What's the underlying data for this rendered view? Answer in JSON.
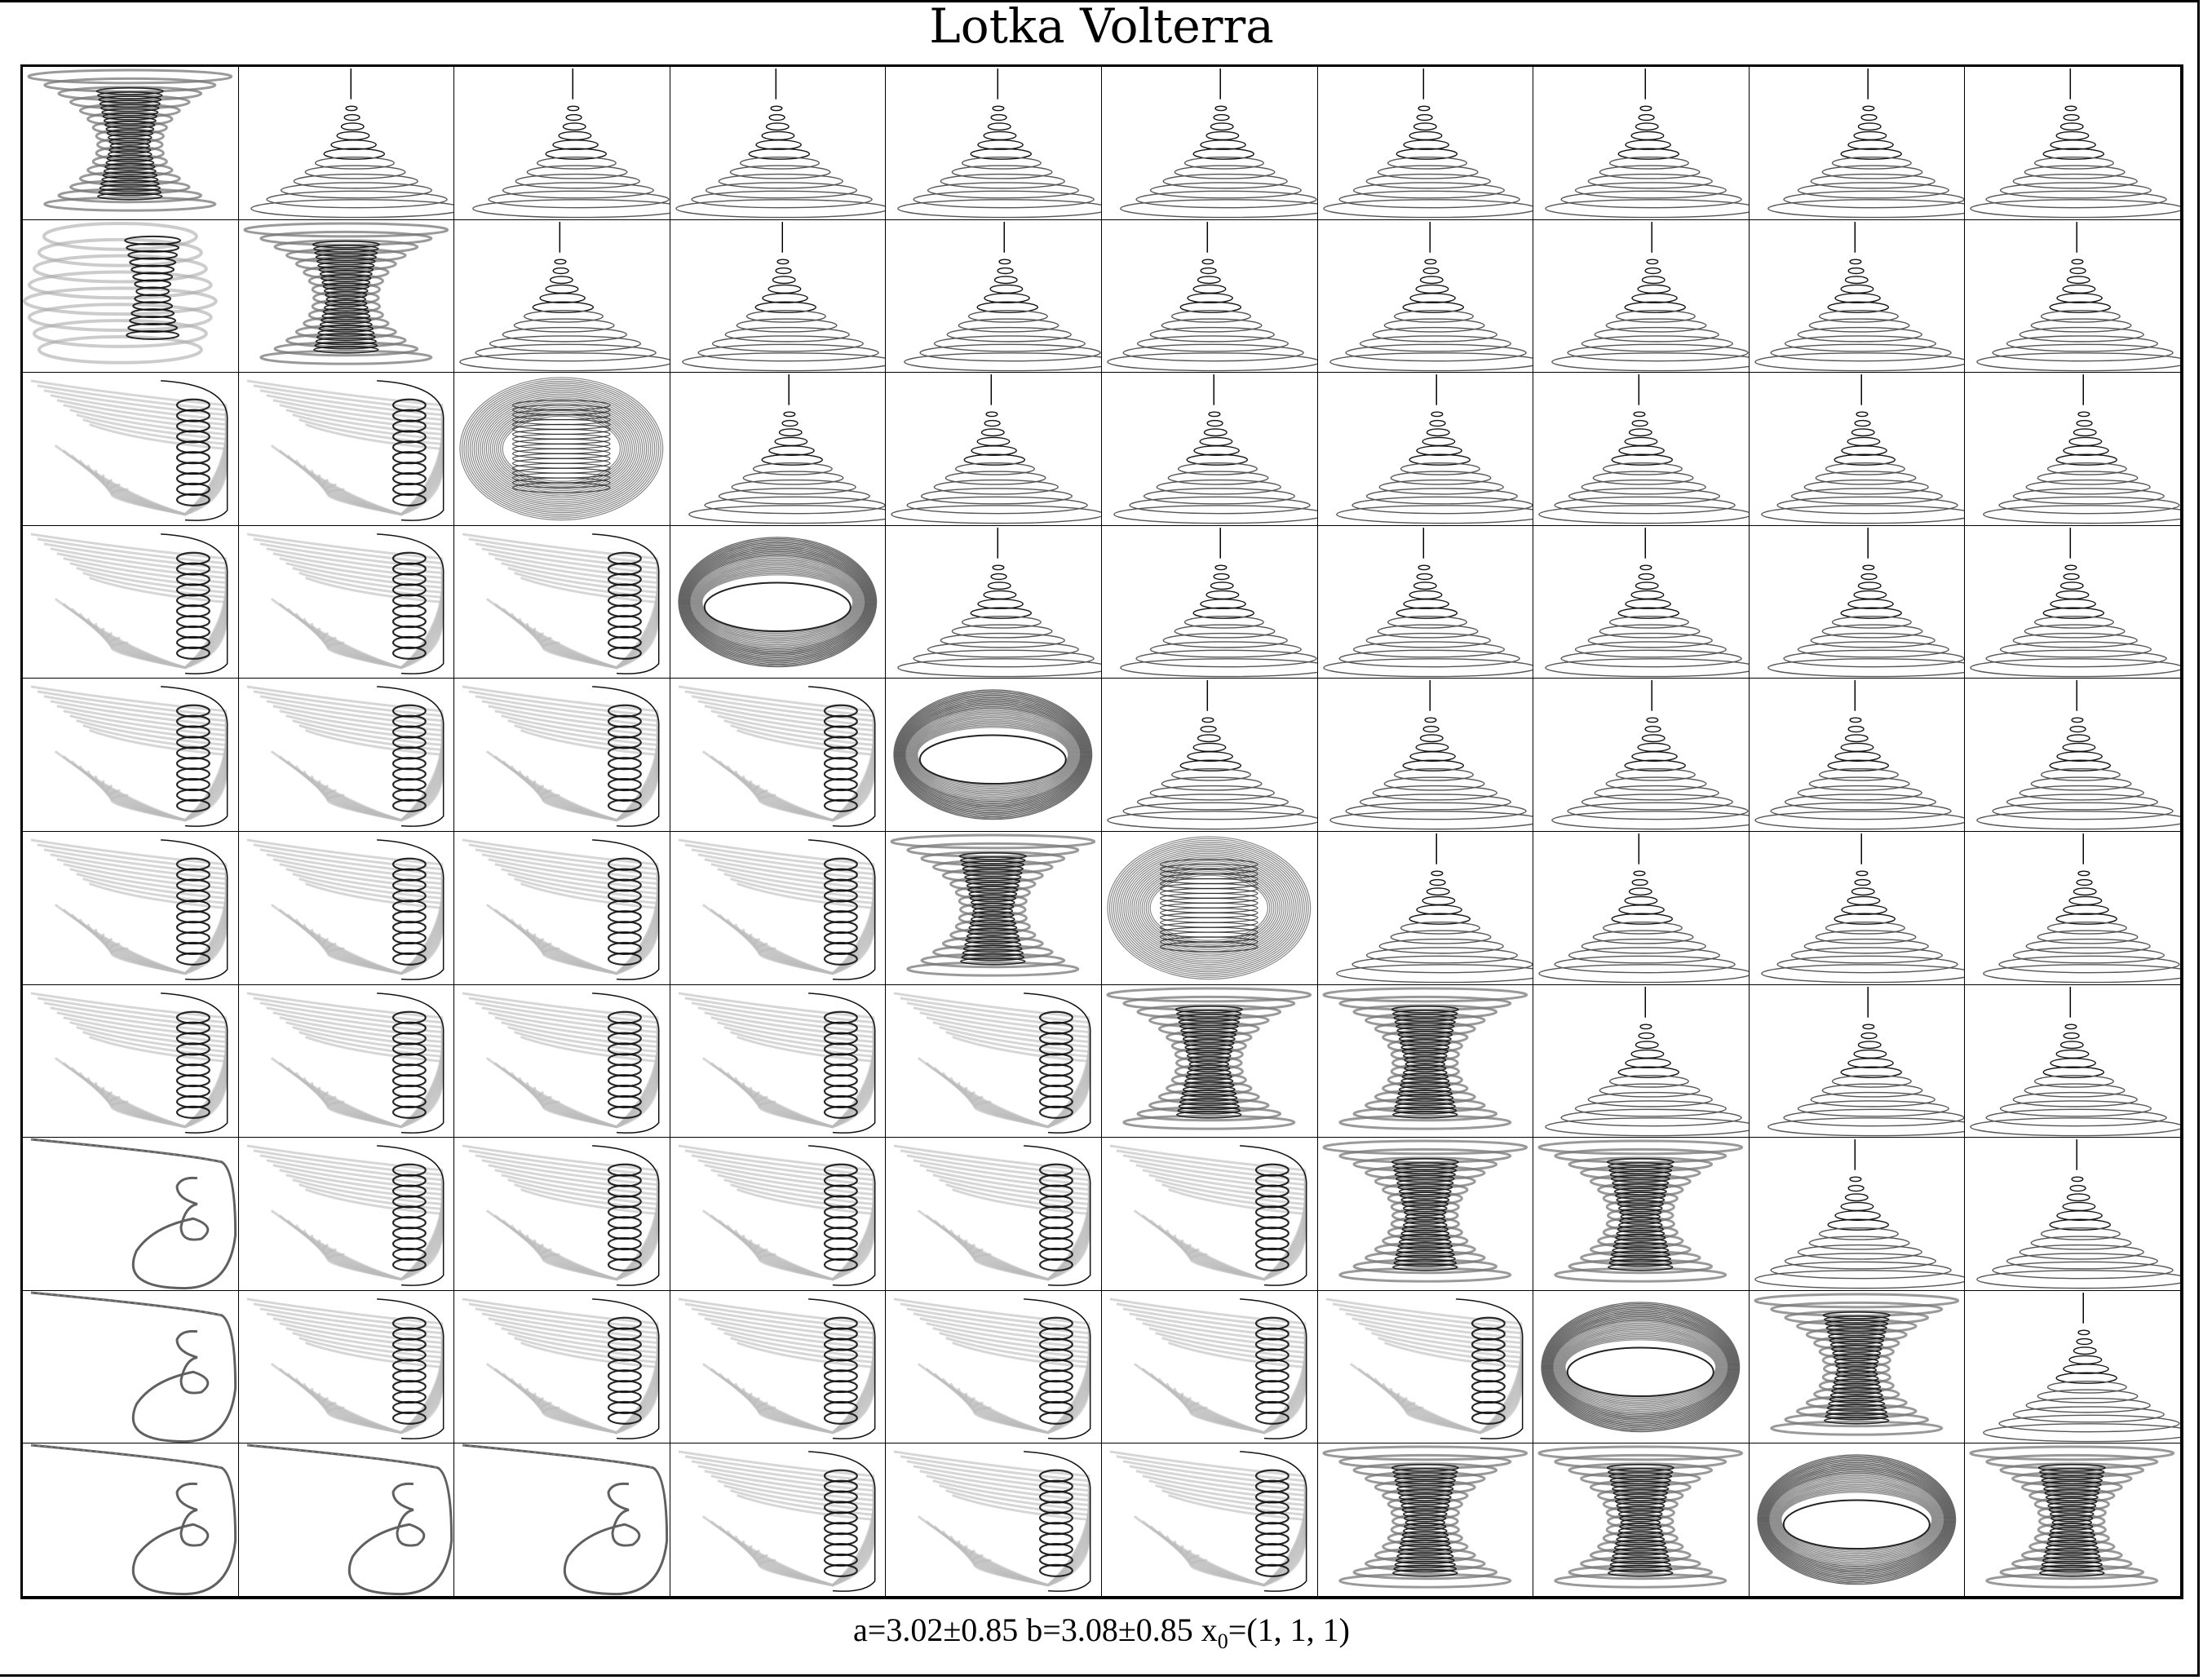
{
  "title": "Lotka Volterra",
  "caption": {
    "text": "a=3.02±0.85 b=3.08±0.85 x",
    "subscript": "0",
    "suffix": "=(1, 1, 1)"
  },
  "chart_data": {
    "type": "grid-of-3d-trajectories",
    "title": "Lotka Volterra",
    "xlabel": "a=3.02±0.85 b=3.08±0.85 x0=(1, 1, 1)",
    "rows": 10,
    "cols": 10,
    "parameters": {
      "a_center": 3.02,
      "a_range": 0.85,
      "b_center": 3.08,
      "b_range": 0.85,
      "x0": [
        1,
        1,
        1
      ]
    },
    "cell_types": [
      [
        "funnel",
        "cone",
        "cone",
        "cone",
        "cone",
        "cone",
        "cone",
        "cone",
        "cone",
        "cone"
      ],
      [
        "wing-funnel",
        "funnel",
        "cone",
        "cone",
        "cone",
        "cone",
        "cone",
        "cone",
        "cone",
        "cone"
      ],
      [
        "wing",
        "wing",
        "torus-funnel",
        "cone",
        "cone",
        "cone",
        "cone",
        "cone",
        "cone",
        "cone"
      ],
      [
        "wing",
        "wing",
        "wing",
        "torus",
        "cone",
        "cone",
        "cone",
        "cone",
        "cone",
        "cone"
      ],
      [
        "wing",
        "wing",
        "wing",
        "wing",
        "torus",
        "cone",
        "cone",
        "cone",
        "cone",
        "cone"
      ],
      [
        "wing",
        "wing",
        "wing",
        "wing",
        "funnel",
        "torus-funnel",
        "cone",
        "cone",
        "cone",
        "cone"
      ],
      [
        "wing",
        "wing",
        "wing",
        "wing",
        "wing",
        "funnel",
        "funnel",
        "cone",
        "cone",
        "cone"
      ],
      [
        "loop",
        "wing",
        "wing",
        "wing",
        "wing",
        "wing",
        "funnel",
        "funnel",
        "cone",
        "cone"
      ],
      [
        "loop",
        "wing",
        "wing",
        "wing",
        "wing",
        "wing",
        "wing",
        "torus",
        "funnel",
        "cone"
      ],
      [
        "loop",
        "loop",
        "loop",
        "wing",
        "wing",
        "wing",
        "funnel",
        "funnel",
        "torus",
        "funnel"
      ]
    ],
    "grid": true,
    "legend": null
  }
}
